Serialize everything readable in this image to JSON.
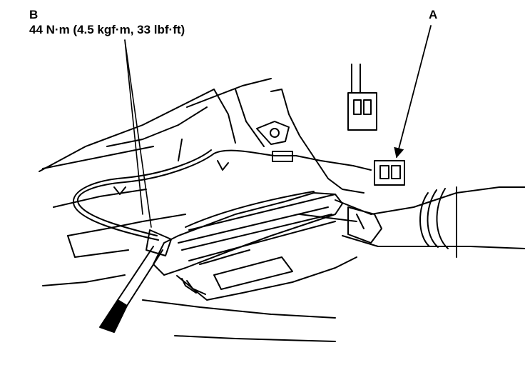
{
  "labels": {
    "b": "B",
    "torque": "44 N·m (4.5 kgf·m, 33 lbf·ft)",
    "a": "A"
  },
  "colors": {
    "ink": "#000000",
    "paper": "#ffffff"
  }
}
